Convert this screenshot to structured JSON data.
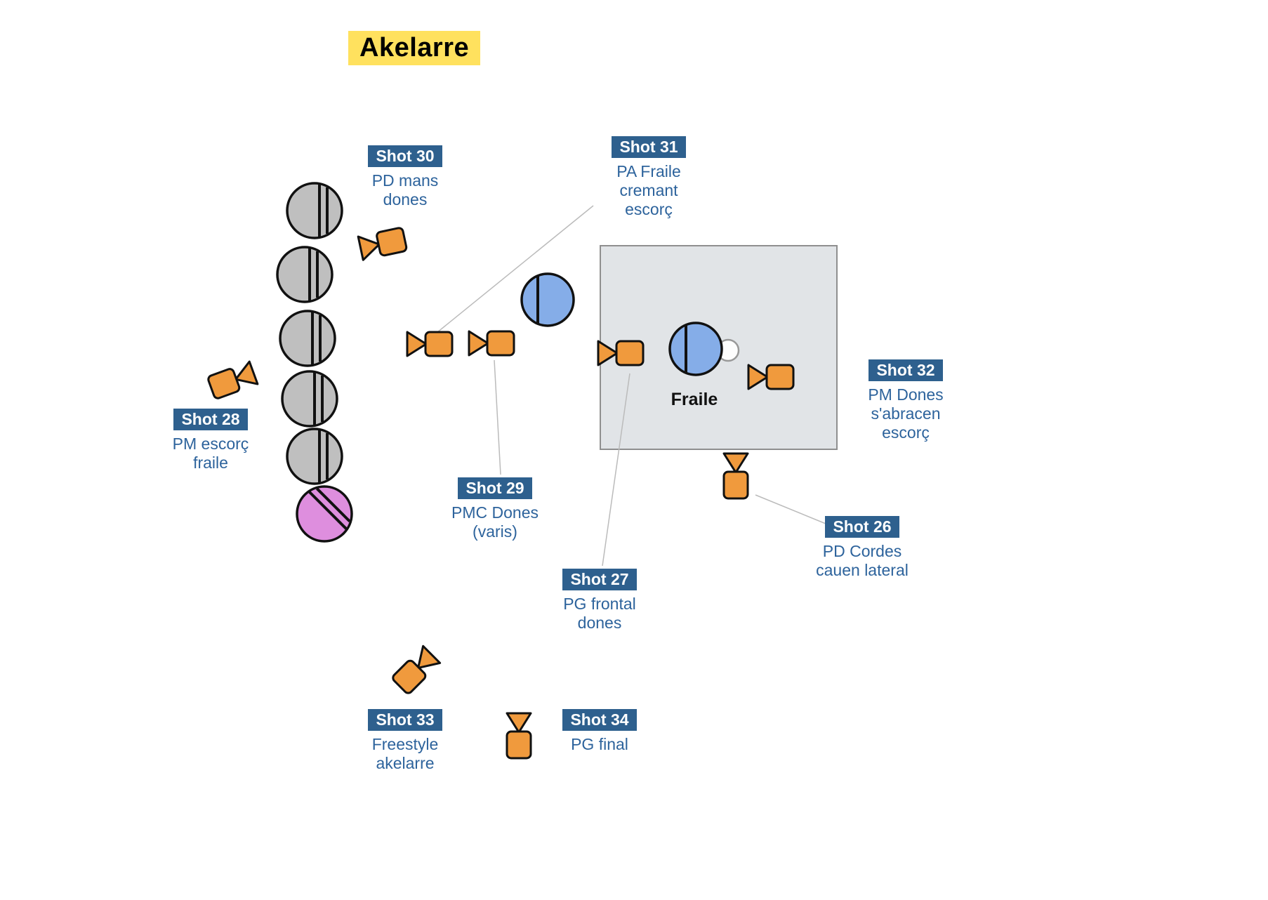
{
  "title": "Akelarre",
  "zone": {
    "label": "Fraile"
  },
  "shots": [
    {
      "label": "Shot 26",
      "caption": "PD Cordes\ncauen lateral"
    },
    {
      "label": "Shot 27",
      "caption": "PG frontal\ndones"
    },
    {
      "label": "Shot 28",
      "caption": "PM escorç\nfraile"
    },
    {
      "label": "Shot 29",
      "caption": "PMC Dones\n(varis)"
    },
    {
      "label": "Shot 30",
      "caption": "PD mans\ndones"
    },
    {
      "label": "Shot 31",
      "caption": "PA Fraile\ncremant\nescorç"
    },
    {
      "label": "Shot 32",
      "caption": "PM Dones\ns'abracen\nescorç"
    },
    {
      "label": "Shot 33",
      "caption": "Freestyle\nakelarre"
    },
    {
      "label": "Shot 34",
      "caption": "PG final"
    }
  ],
  "icons": {
    "camera-icon": "orange camcorder pictogram with lens cone",
    "dancer-icon": "gray circle with two vertical facing stripes",
    "dancer-accent-icon": "pink circle with two diagonal stripes",
    "fraile-icon": "blue circle with one facing stripe",
    "prop-icon": "small white circle"
  },
  "colors": {
    "badge_bg": "#2E608E",
    "caption_text": "#2D639C",
    "title_highlight": "#FFE15E",
    "camera_orange": "#F09A3D",
    "dancer_gray": "#BFBFBF",
    "dancer_pink": "#DE8EDE",
    "fraile_blue": "#85ADE8",
    "zone_fill": "#E1E4E7"
  }
}
